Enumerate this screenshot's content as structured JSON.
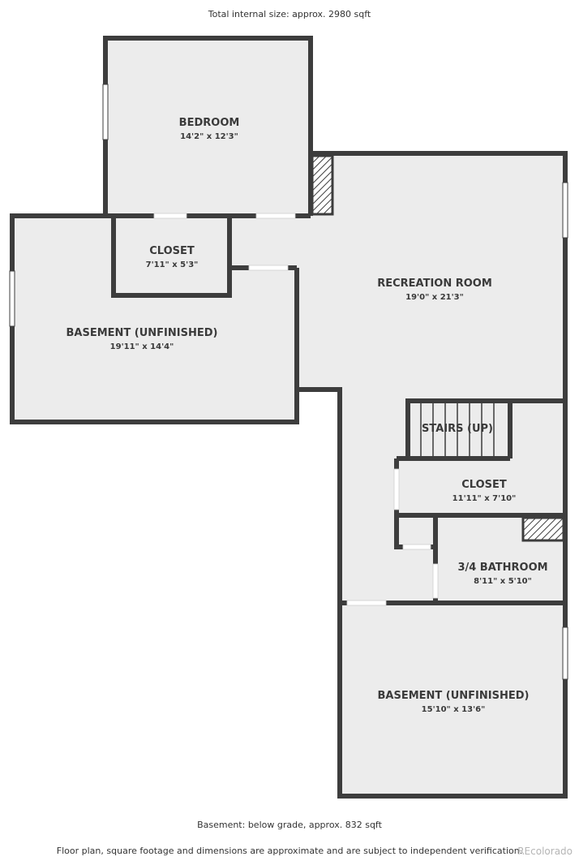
{
  "header": {
    "total_size": "Total internal size: approx. 2980 sqft"
  },
  "footer": {
    "level_size": "Basement: below grade, approx. 832 sqft",
    "disclaimer": "Floor plan, square footage and dimensions are approximate and are subject to independent verification.",
    "watermark": "REcolorado"
  },
  "rooms": {
    "bedroom": {
      "name": "BEDROOM",
      "dims": "14'2\" x 12'3\""
    },
    "closet_top": {
      "name": "CLOSET",
      "dims": "7'11\" x 5'3\""
    },
    "basement_west": {
      "name": "BASEMENT (UNFINISHED)",
      "dims": "19'11\" x 14'4\""
    },
    "recreation": {
      "name": "RECREATION ROOM",
      "dims": "19'0\" x 21'3\""
    },
    "stairs": {
      "name": "STAIRS (UP)"
    },
    "closet_mid": {
      "name": "CLOSET",
      "dims": "11'11\" x 7'10\""
    },
    "bathroom": {
      "name": "3/4 BATHROOM",
      "dims": "8'11\" x 5'10\""
    },
    "basement_south": {
      "name": "BASEMENT (UNFINISHED)",
      "dims": "15'10\" x 13'6\""
    }
  },
  "colors": {
    "wall": "#3d3d3d",
    "floor": "#ececec",
    "hatch": "#3d3d3d"
  }
}
